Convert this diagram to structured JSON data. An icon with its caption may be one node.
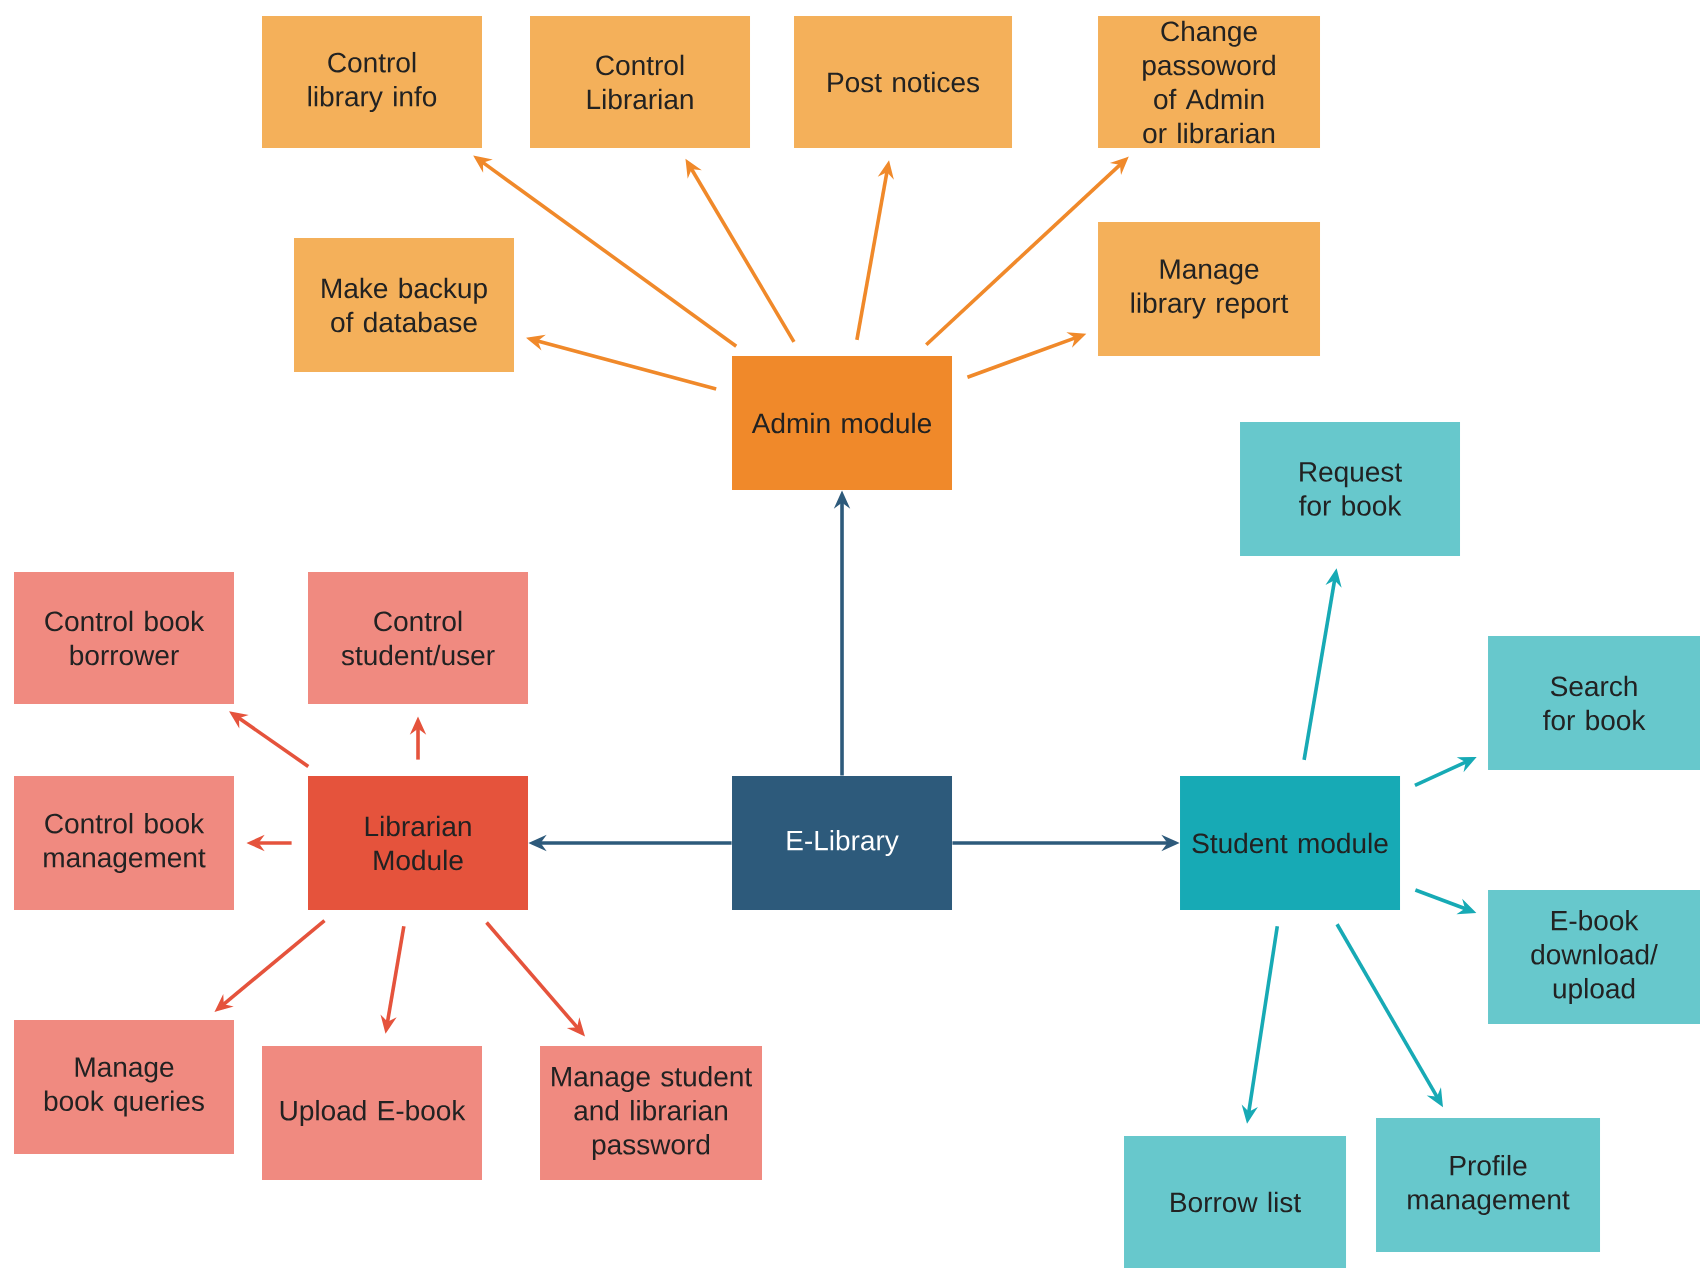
{
  "diagram": {
    "nodes": [
      {
        "text": [
          "E-Library"
        ]
      },
      {
        "text": [
          "Admin module"
        ]
      },
      {
        "text": [
          "Control library info"
        ]
      },
      {
        "text": [
          "Control Librarian"
        ]
      },
      {
        "text": [
          "Post notices"
        ]
      },
      {
        "text": [
          "Change passoword of Admin or librarian"
        ]
      },
      {
        "text": [
          "Make backup of database"
        ]
      },
      {
        "text": [
          "Manage library report"
        ]
      },
      {
        "text": [
          "Librarian Module"
        ]
      },
      {
        "text": [
          "Control book borrower"
        ]
      },
      {
        "text": [
          "Control student/user"
        ]
      },
      {
        "text": [
          "Control book management"
        ]
      },
      {
        "text": [
          "Manage book queries"
        ]
      },
      {
        "text": [
          "Upload E-book"
        ]
      },
      {
        "text": [
          "Manage student and librarian password"
        ]
      },
      {
        "text": [
          "Student module"
        ]
      },
      {
        "text": [
          "Request for book"
        ]
      },
      {
        "text": [
          "Search for book"
        ]
      },
      {
        "text": [
          "E-book download/ upload"
        ]
      },
      {
        "text": [
          "Borrow list"
        ]
      },
      {
        "text": [
          "Profile management"
        ]
      }
    ],
    "edges": [
      {
        "from": 0,
        "to": 1,
        "arrow": "to",
        "color": "#2d5a7b"
      },
      {
        "from": 0,
        "to": 8,
        "arrow": "to",
        "color": "#2d5a7b"
      },
      {
        "from": 0,
        "to": 15,
        "arrow": "to",
        "color": "#2d5a7b"
      },
      {
        "from": 1,
        "to": 2,
        "arrow": "to",
        "color": "#f0892a"
      },
      {
        "from": 1,
        "to": 3,
        "arrow": "to",
        "color": "#f0892a"
      },
      {
        "from": 1,
        "to": 4,
        "arrow": "to",
        "color": "#f0892a"
      },
      {
        "from": 1,
        "to": 5,
        "arrow": "to",
        "color": "#f0892a"
      },
      {
        "from": 1,
        "to": 6,
        "arrow": "to",
        "color": "#f0892a"
      },
      {
        "from": 1,
        "to": 7,
        "arrow": "to",
        "color": "#f0892a"
      },
      {
        "from": 8,
        "to": 9,
        "arrow": "to",
        "color": "#e5533c"
      },
      {
        "from": 8,
        "to": 10,
        "arrow": "to",
        "color": "#e5533c"
      },
      {
        "from": 8,
        "to": 11,
        "arrow": "to",
        "color": "#e5533c"
      },
      {
        "from": 8,
        "to": 12,
        "arrow": "to",
        "color": "#e5533c"
      },
      {
        "from": 8,
        "to": 13,
        "arrow": "to",
        "color": "#e5533c"
      },
      {
        "from": 8,
        "to": 14,
        "arrow": "to",
        "color": "#e5533c"
      },
      {
        "from": 15,
        "to": 16,
        "arrow": "to",
        "color": "#17aab5"
      },
      {
        "from": 15,
        "to": 17,
        "arrow": "to",
        "color": "#17aab5"
      },
      {
        "from": 15,
        "to": 18,
        "arrow": "to",
        "color": "#17aab5"
      },
      {
        "from": 15,
        "to": 19,
        "arrow": "to",
        "color": "#17aab5"
      },
      {
        "from": 15,
        "to": 20,
        "arrow": "to",
        "color": "#17aab5"
      }
    ]
  }
}
